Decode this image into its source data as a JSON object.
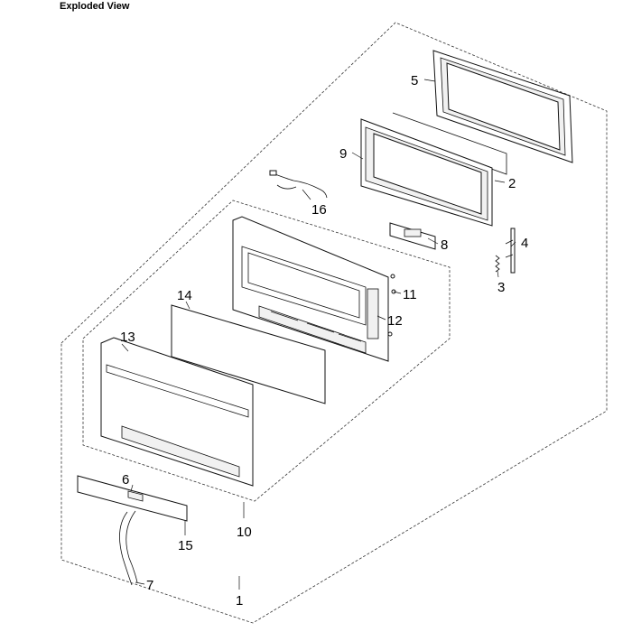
{
  "title": "Exploded View",
  "callouts": [
    "1",
    "2",
    "3",
    "4",
    "5",
    "6",
    "7",
    "8",
    "9",
    "10",
    "11",
    "12",
    "13",
    "14",
    "15",
    "16"
  ]
}
